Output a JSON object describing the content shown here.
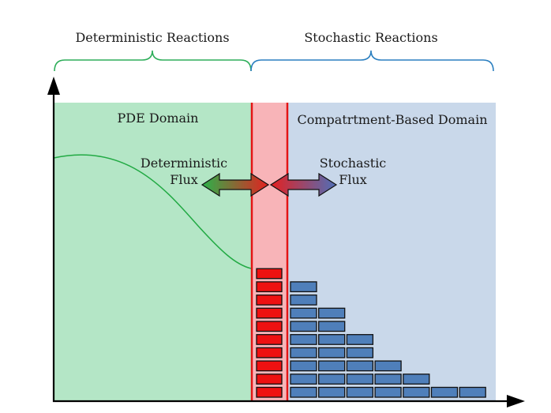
{
  "labels": {
    "deterministic_reactions": "Deterministic Reactions",
    "stochastic_reactions": "Stochastic Reactions",
    "pde_domain": "PDE Domain",
    "compartment_domain": "Compatrtment-Based Domain",
    "deterministic_flux_line1": "Deterministic",
    "deterministic_flux_line2": "Flux",
    "stochastic_flux_line1": "Stochastic",
    "stochastic_flux_line2": "Flux"
  },
  "colors": {
    "pde_domain": "#b4e6c6",
    "interface": "#f8b4b8",
    "interface_border": "#e41414",
    "compartment_domain": "#c9d8ea",
    "pde_curve": "#22aa44",
    "red_blocks": "#ee1111",
    "blue_blocks": "#4f7fba",
    "arrow_green": "#2bb24a",
    "arrow_red": "#e42020",
    "arrow_blue": "#4f6fb8",
    "brace_deterministic": "#2eae5a",
    "brace_stochastic": "#2b7fc0"
  },
  "compartments": {
    "interface_count": 10,
    "stochastic_column_counts": [
      9,
      7,
      5,
      3,
      2,
      1,
      1
    ]
  }
}
